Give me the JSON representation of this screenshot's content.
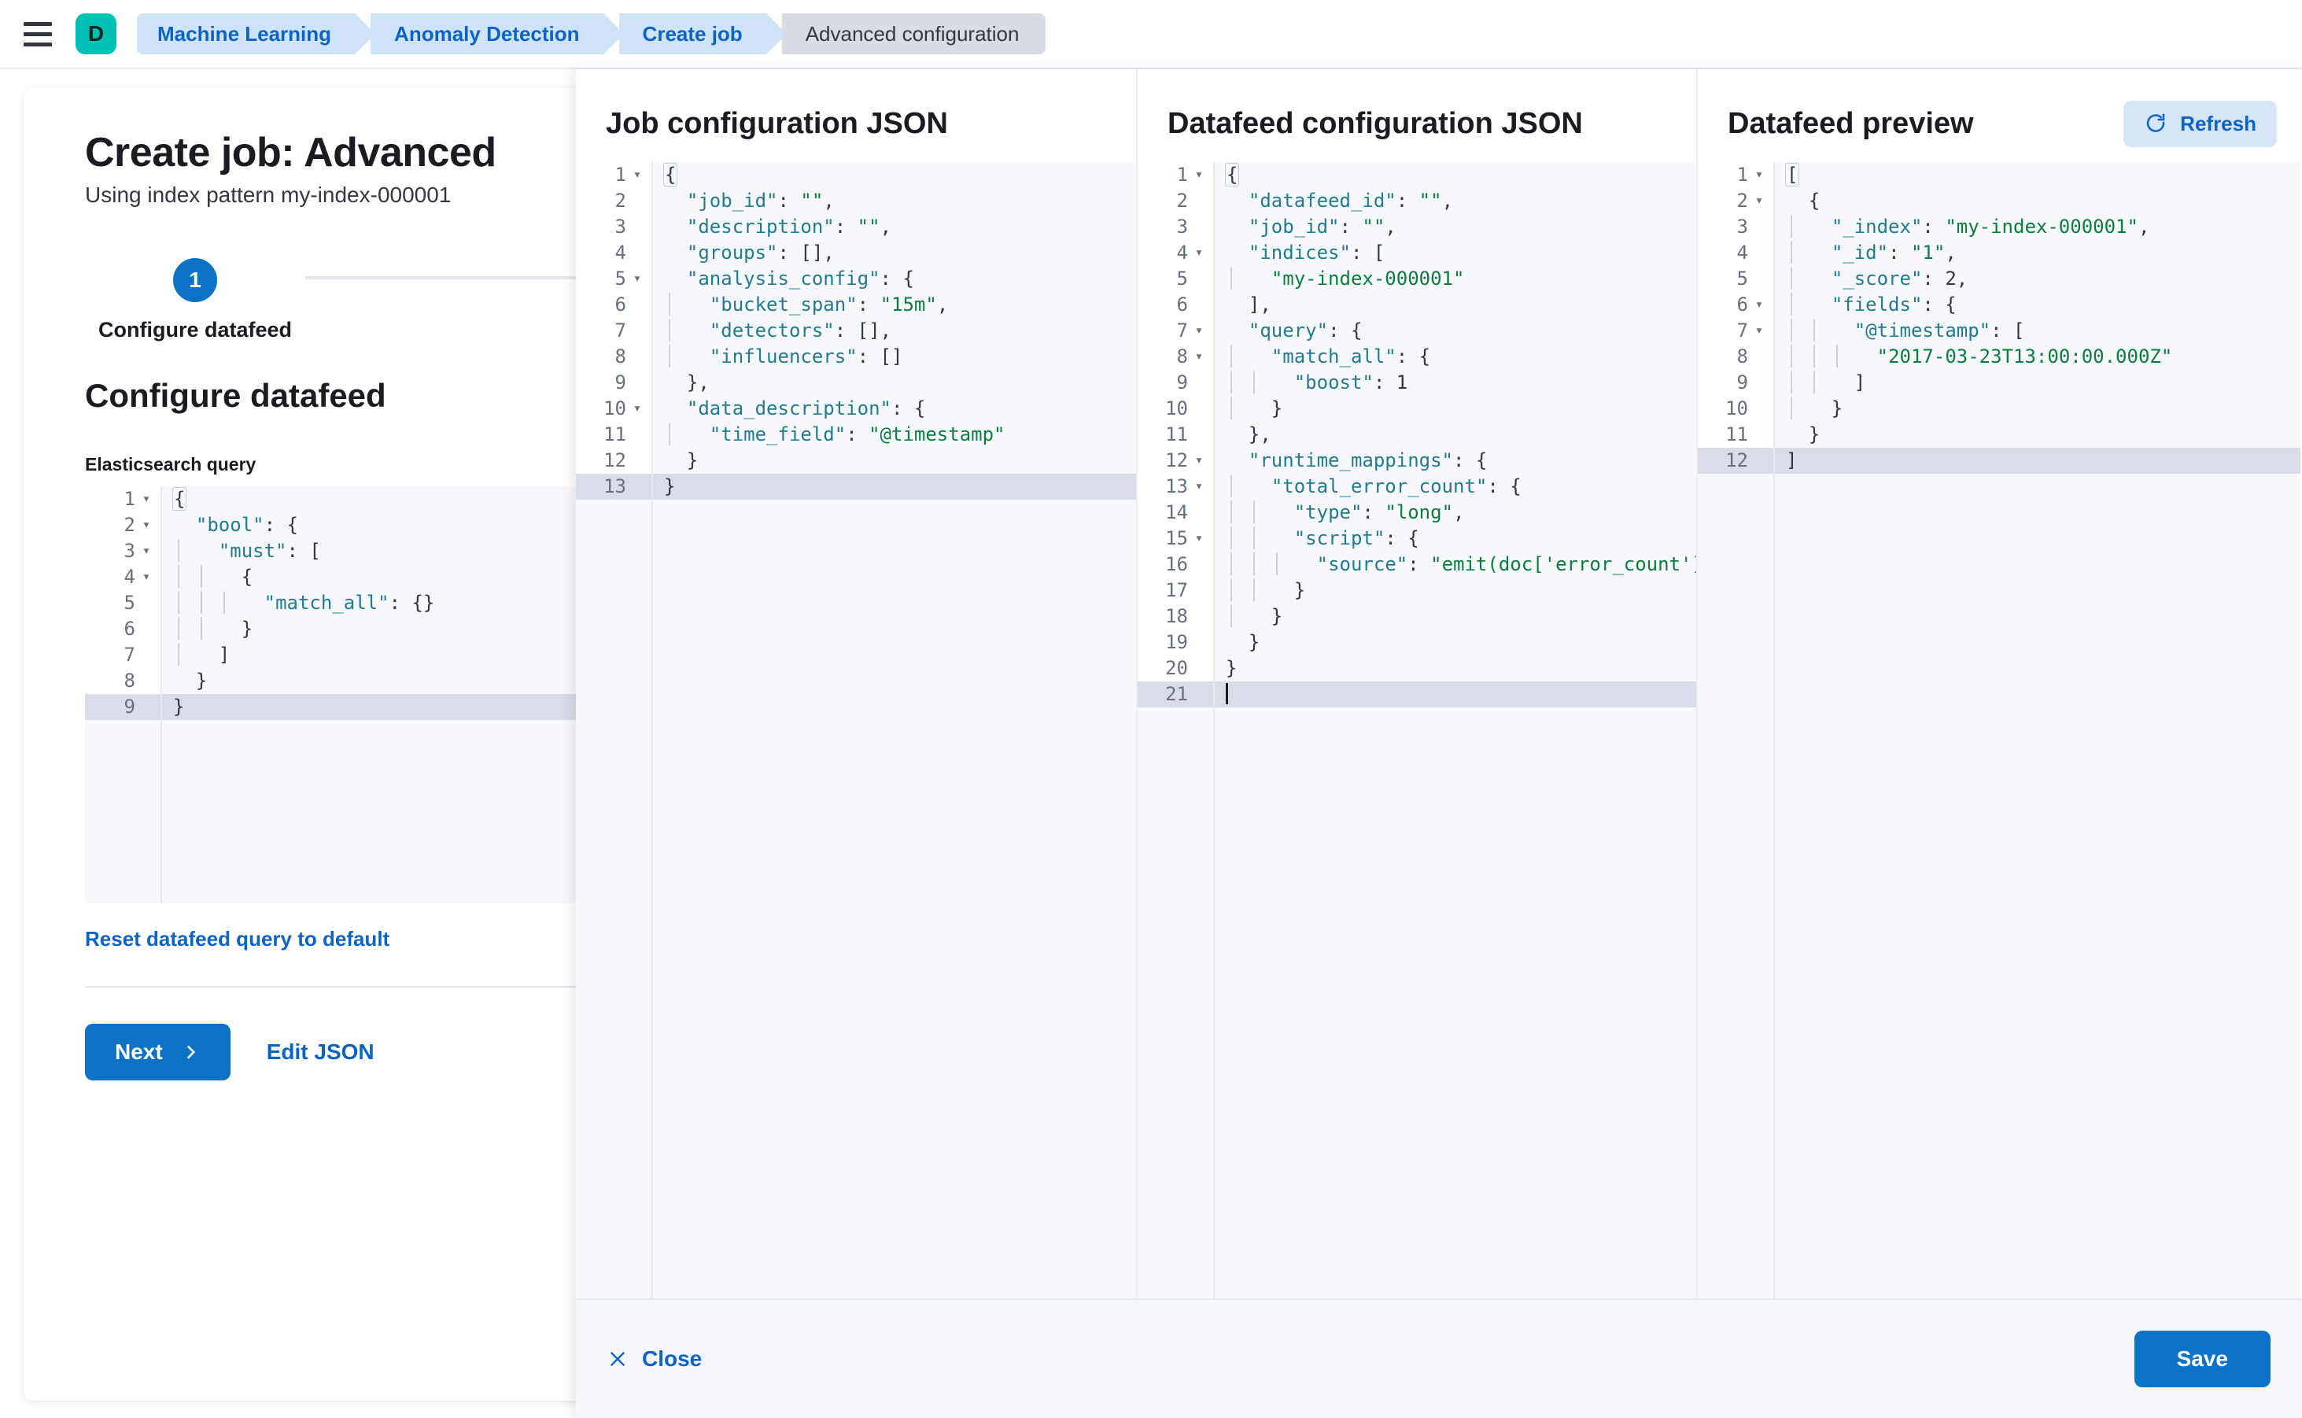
{
  "topbar": {
    "menu_icon": "hamburger-menu-icon",
    "space_initial": "D",
    "breadcrumbs": [
      {
        "label": "Machine Learning",
        "active": false
      },
      {
        "label": "Anomaly Detection",
        "active": false
      },
      {
        "label": "Create job",
        "active": false
      },
      {
        "label": "Advanced configuration",
        "active": true
      }
    ]
  },
  "page": {
    "title": "Create job: Advanced",
    "subtitle": "Using index pattern my-index-000001",
    "step_number": "1",
    "step_label": "Configure datafeed",
    "section_title": "Configure datafeed",
    "query_field_label": "Elasticsearch query",
    "reset_link": "Reset datafeed query to default",
    "next_button": "Next",
    "next_icon": "chevron-right-icon",
    "edit_json_button": "Edit JSON"
  },
  "elasticsearch_query_editor": {
    "active_line": 9,
    "lines": [
      {
        "n": 1,
        "fold": true,
        "indent": 0,
        "code": "{"
      },
      {
        "n": 2,
        "fold": true,
        "indent": 0,
        "code": "  \"bool\": {"
      },
      {
        "n": 3,
        "fold": true,
        "indent": 1,
        "code": "    \"must\": ["
      },
      {
        "n": 4,
        "fold": true,
        "indent": 2,
        "code": "      {"
      },
      {
        "n": 5,
        "fold": false,
        "indent": 3,
        "code": "        \"match_all\": {}"
      },
      {
        "n": 6,
        "fold": false,
        "indent": 2,
        "code": "      }"
      },
      {
        "n": 7,
        "fold": false,
        "indent": 1,
        "code": "    ]"
      },
      {
        "n": 8,
        "fold": false,
        "indent": 0,
        "code": "  }"
      },
      {
        "n": 9,
        "fold": false,
        "indent": 0,
        "code": "}"
      }
    ]
  },
  "flyout": {
    "panes": [
      {
        "title": "Job configuration JSON"
      },
      {
        "title": "Datafeed configuration JSON"
      },
      {
        "title": "Datafeed preview",
        "refresh_label": "Refresh",
        "refresh_icon": "refresh-icon"
      }
    ],
    "footer": {
      "close_label": "Close",
      "close_icon": "close-x-icon",
      "save_label": "Save"
    }
  },
  "job_config_editor": {
    "active_line": 13,
    "lines": [
      {
        "n": 1,
        "fold": true,
        "indent": 0,
        "code": "{"
      },
      {
        "n": 2,
        "fold": false,
        "indent": 0,
        "code": "  \"job_id\": \"\","
      },
      {
        "n": 3,
        "fold": false,
        "indent": 0,
        "code": "  \"description\": \"\","
      },
      {
        "n": 4,
        "fold": false,
        "indent": 0,
        "code": "  \"groups\": [],"
      },
      {
        "n": 5,
        "fold": true,
        "indent": 0,
        "code": "  \"analysis_config\": {"
      },
      {
        "n": 6,
        "fold": false,
        "indent": 1,
        "code": "    \"bucket_span\": \"15m\","
      },
      {
        "n": 7,
        "fold": false,
        "indent": 1,
        "code": "    \"detectors\": [],"
      },
      {
        "n": 8,
        "fold": false,
        "indent": 1,
        "code": "    \"influencers\": []"
      },
      {
        "n": 9,
        "fold": false,
        "indent": 0,
        "code": "  },"
      },
      {
        "n": 10,
        "fold": true,
        "indent": 0,
        "code": "  \"data_description\": {"
      },
      {
        "n": 11,
        "fold": false,
        "indent": 1,
        "code": "    \"time_field\": \"@timestamp\""
      },
      {
        "n": 12,
        "fold": false,
        "indent": 0,
        "code": "  }"
      },
      {
        "n": 13,
        "fold": false,
        "indent": 0,
        "code": "}"
      }
    ]
  },
  "datafeed_config_editor": {
    "active_line": 21,
    "lines": [
      {
        "n": 1,
        "fold": true,
        "indent": 0,
        "code": "{"
      },
      {
        "n": 2,
        "fold": false,
        "indent": 0,
        "code": "  \"datafeed_id\": \"\","
      },
      {
        "n": 3,
        "fold": false,
        "indent": 0,
        "code": "  \"job_id\": \"\","
      },
      {
        "n": 4,
        "fold": true,
        "indent": 0,
        "code": "  \"indices\": ["
      },
      {
        "n": 5,
        "fold": false,
        "indent": 1,
        "code": "    \"my-index-000001\""
      },
      {
        "n": 6,
        "fold": false,
        "indent": 0,
        "code": "  ],"
      },
      {
        "n": 7,
        "fold": true,
        "indent": 0,
        "code": "  \"query\": {"
      },
      {
        "n": 8,
        "fold": true,
        "indent": 1,
        "code": "    \"match_all\": {"
      },
      {
        "n": 9,
        "fold": false,
        "indent": 2,
        "code": "      \"boost\": 1"
      },
      {
        "n": 10,
        "fold": false,
        "indent": 1,
        "code": "    }"
      },
      {
        "n": 11,
        "fold": false,
        "indent": 0,
        "code": "  },"
      },
      {
        "n": 12,
        "fold": true,
        "indent": 0,
        "code": "  \"runtime_mappings\": {"
      },
      {
        "n": 13,
        "fold": true,
        "indent": 1,
        "code": "    \"total_error_count\": {"
      },
      {
        "n": 14,
        "fold": false,
        "indent": 2,
        "code": "      \"type\": \"long\","
      },
      {
        "n": 15,
        "fold": true,
        "indent": 2,
        "code": "      \"script\": {"
      },
      {
        "n": 16,
        "fold": false,
        "indent": 3,
        "code": "        \"source\": \"emit(doc['error_count'].value + doc['aborted_count'].value)\""
      },
      {
        "n": 17,
        "fold": false,
        "indent": 2,
        "code": "      }"
      },
      {
        "n": 18,
        "fold": false,
        "indent": 1,
        "code": "    }"
      },
      {
        "n": 19,
        "fold": false,
        "indent": 0,
        "code": "  }"
      },
      {
        "n": 20,
        "fold": false,
        "indent": 0,
        "code": "}"
      },
      {
        "n": 21,
        "fold": false,
        "indent": 0,
        "code": ""
      }
    ]
  },
  "datafeed_preview_editor": {
    "active_line": 12,
    "lines": [
      {
        "n": 1,
        "fold": true,
        "indent": 0,
        "code": "["
      },
      {
        "n": 2,
        "fold": true,
        "indent": 0,
        "code": "  {"
      },
      {
        "n": 3,
        "fold": false,
        "indent": 1,
        "code": "    \"_index\": \"my-index-000001\","
      },
      {
        "n": 4,
        "fold": false,
        "indent": 1,
        "code": "    \"_id\": \"1\","
      },
      {
        "n": 5,
        "fold": false,
        "indent": 1,
        "code": "    \"_score\": 2,"
      },
      {
        "n": 6,
        "fold": true,
        "indent": 1,
        "code": "    \"fields\": {"
      },
      {
        "n": 7,
        "fold": true,
        "indent": 2,
        "code": "      \"@timestamp\": ["
      },
      {
        "n": 8,
        "fold": false,
        "indent": 3,
        "code": "        \"2017-03-23T13:00:00.000Z\""
      },
      {
        "n": 9,
        "fold": false,
        "indent": 2,
        "code": "      ]"
      },
      {
        "n": 10,
        "fold": false,
        "indent": 1,
        "code": "    }"
      },
      {
        "n": 11,
        "fold": false,
        "indent": 0,
        "code": "  }"
      },
      {
        "n": 12,
        "fold": false,
        "indent": 0,
        "code": "]"
      }
    ]
  },
  "colors": {
    "accent_blue": "#0b72c4",
    "link_blue": "#0b64c4",
    "breadcrumb_bg": "#cfe3f7",
    "breadcrumb_active_bg": "#d9dce2",
    "space_teal": "#00bfb3",
    "editor_bg": "#f7f8fc",
    "active_line_bg": "#d8dde8",
    "string_green": "#0b7d3e",
    "key_teal": "#227b8e"
  }
}
